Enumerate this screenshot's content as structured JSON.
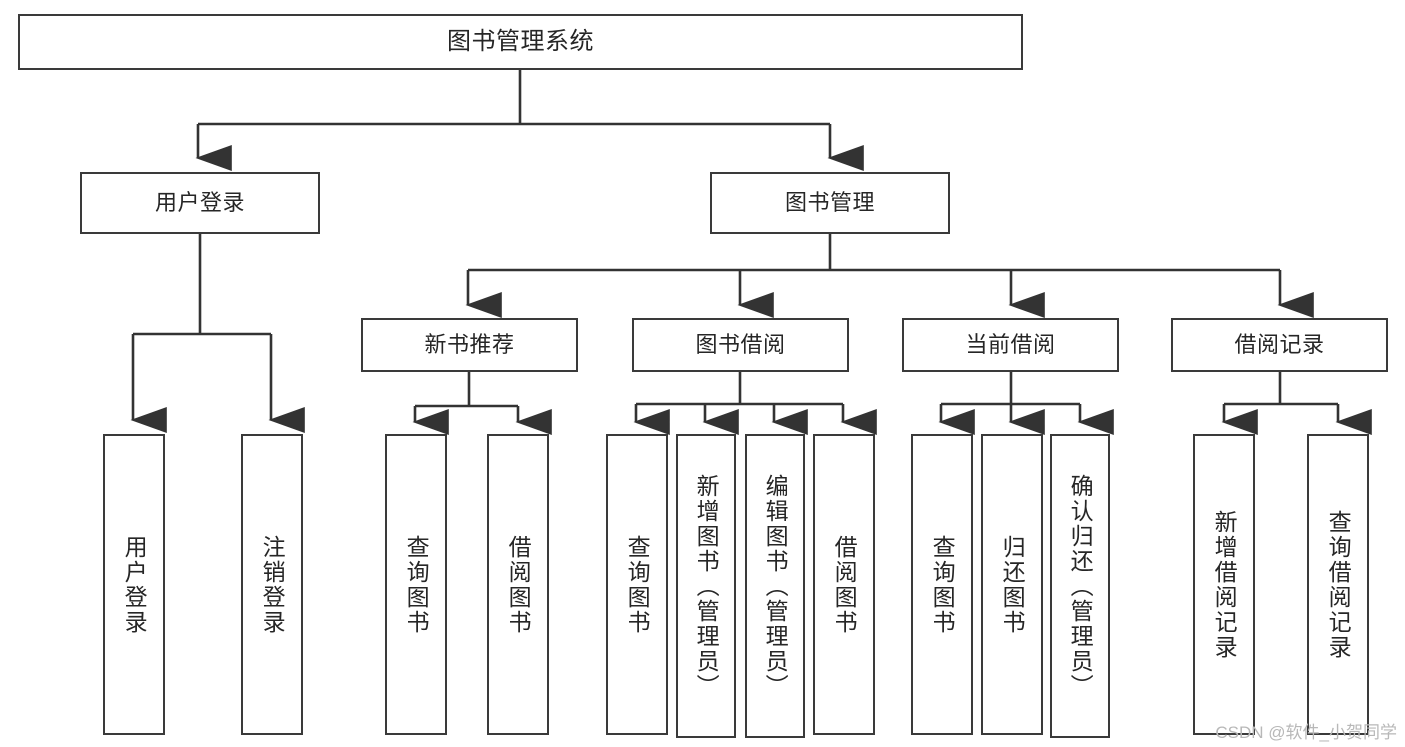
{
  "diagram": {
    "type": "tree",
    "title": "图书管理系统",
    "watermark": "CSDN @软件_小贺同学",
    "colors": {
      "box_border": "#3a3a3a",
      "box_fill": "#ffffff",
      "connector": "#333333",
      "text": "#262626",
      "watermark": "#b8b8b8",
      "background": "#ffffff"
    },
    "levels": {
      "root": {
        "label": "图书管理系统"
      },
      "level2": [
        {
          "label": "用户登录"
        },
        {
          "label": "图书管理"
        }
      ],
      "level3": [
        {
          "label": "新书推荐"
        },
        {
          "label": "图书借阅"
        },
        {
          "label": "当前借阅"
        },
        {
          "label": "借阅记录"
        }
      ],
      "leaves": {
        "user_login": [
          {
            "label": "用户登录"
          },
          {
            "label": "注销登录"
          }
        ],
        "new_book_recommend": [
          {
            "label": "查询图书"
          },
          {
            "label": "借阅图书"
          }
        ],
        "book_borrow": [
          {
            "label": "查询图书"
          },
          {
            "label": "新增图书（管理员）"
          },
          {
            "label": "编辑图书（管理员）"
          },
          {
            "label": "借阅图书"
          }
        ],
        "current_borrow": [
          {
            "label": "查询图书"
          },
          {
            "label": "归还图书"
          },
          {
            "label": "确认归还（管理员）"
          }
        ],
        "borrow_record": [
          {
            "label": "新增借阅记录"
          },
          {
            "label": "查询借阅记录"
          }
        ]
      }
    }
  }
}
